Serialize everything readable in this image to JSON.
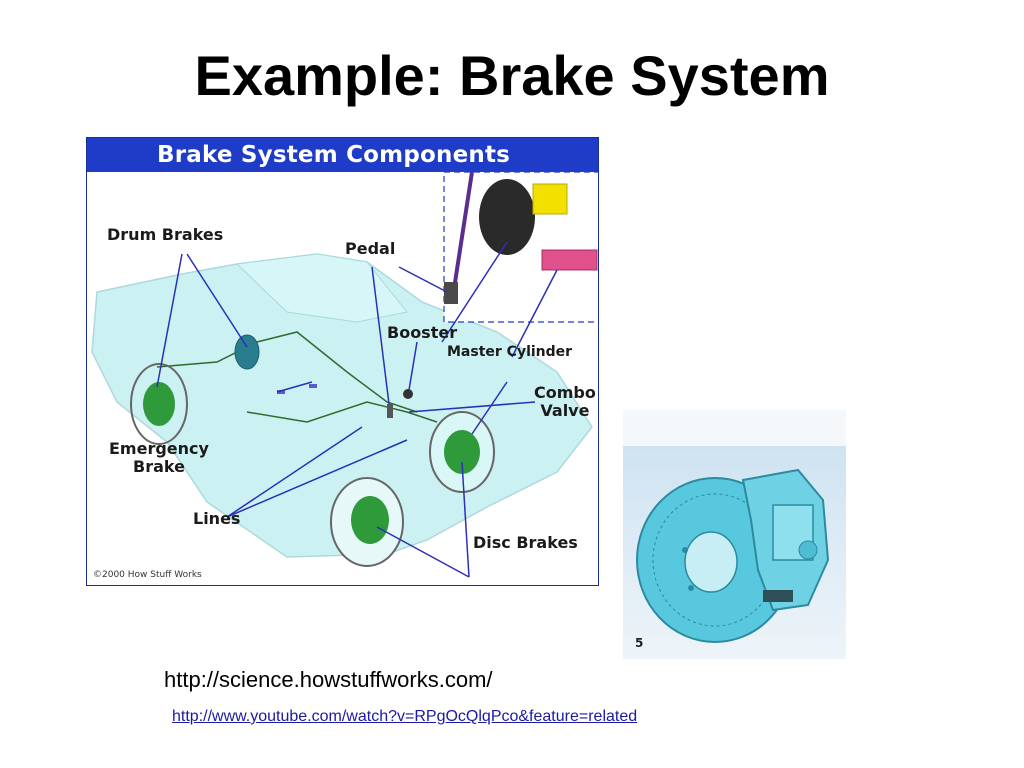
{
  "slide": {
    "title": "Example: Brake System"
  },
  "diagram": {
    "title": "Brake System Components",
    "labels": {
      "drum_brakes": "Drum Brakes",
      "pedal": "Pedal",
      "booster": "Booster",
      "master_cylinder": "Master Cylinder",
      "combo_valve_line1": "Combo",
      "combo_valve_line2": "Valve",
      "emergency_brake_line1": "Emergency",
      "emergency_brake_line2": "Brake",
      "lines": "Lines",
      "disc_brakes": "Disc Brakes"
    },
    "copyright": "©2000 How Stuff Works",
    "colors": {
      "header": "#1f3cc8",
      "car_body": "#bfeff0",
      "wheel": "#2e9a3a",
      "booster": "#f2e000",
      "master_cylinder": "#e0508a",
      "callout_line": "#2c2fb8"
    }
  },
  "caliper_image": {
    "number": "5",
    "colors": {
      "sky": "#cfe3f2",
      "part": "#58c8de"
    }
  },
  "sources": {
    "text": "http://science.howstuffworks.com/",
    "link": "http://www.youtube.com/watch?v=RPgOcQlqPco&feature=related"
  }
}
